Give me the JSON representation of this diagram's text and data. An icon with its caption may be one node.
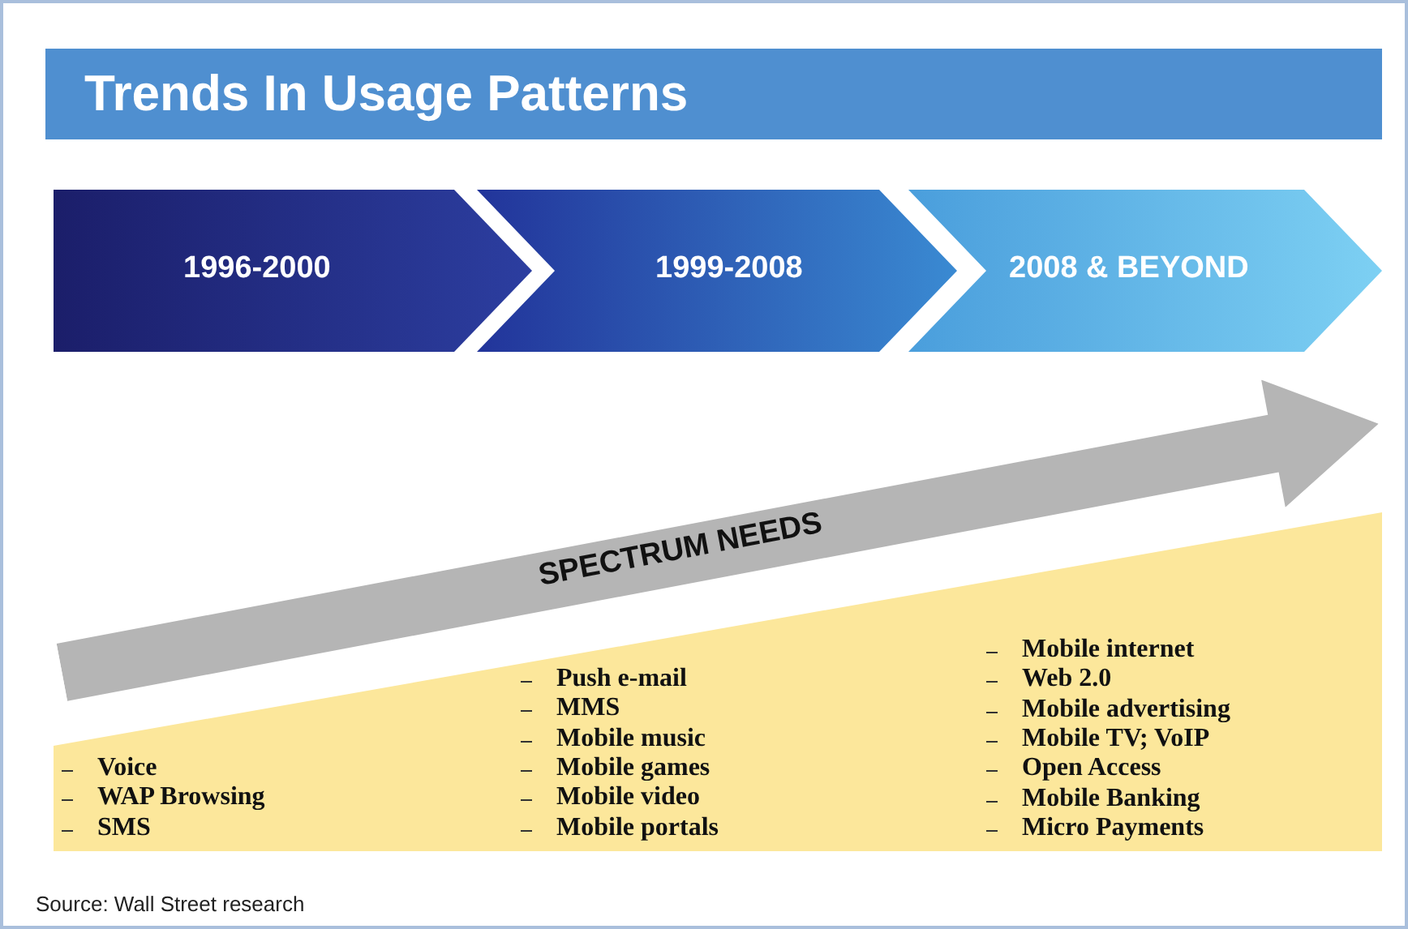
{
  "diagram": {
    "title": "Trends In Usage Patterns",
    "caption": "Source: Wall Street research",
    "nodes": [
      {
        "text": [
          "1996-2000"
        ]
      },
      {
        "text": [
          "1999-2008"
        ]
      },
      {
        "text": [
          "2008 & BEYOND"
        ]
      },
      {
        "text": [
          "SPECTRUM NEEDS"
        ]
      }
    ],
    "edges": [],
    "labels": [
      "Voice",
      "WAP Browsing",
      "SMS",
      "Push e-mail",
      "MMS",
      "Mobile music",
      "Mobile games",
      "Mobile video",
      "Mobile portals",
      "Mobile internet",
      "Web 2.0",
      "Mobile advertising",
      "Mobile TV; VoIP",
      "Open Access",
      "Mobile Banking",
      "Micro Payments"
    ]
  }
}
